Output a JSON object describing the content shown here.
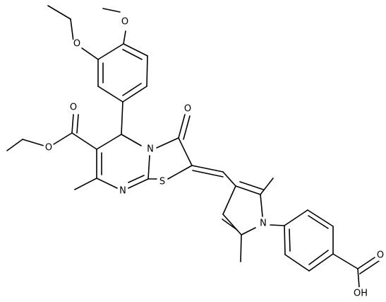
{
  "molecule": {
    "atom_labels": {
      "o_ethoxy": "O",
      "o_methoxy": "O",
      "o_ester_carbonyl": "O",
      "o_ester_ether": "O",
      "n_ring_bridge": "N",
      "o_ketone": "O",
      "n_pyrimidine": "N",
      "s_thiazole": "S",
      "n_pyrrole": "N",
      "oh_carboxyl": "OH",
      "o_carboxyl": "O"
    }
  }
}
